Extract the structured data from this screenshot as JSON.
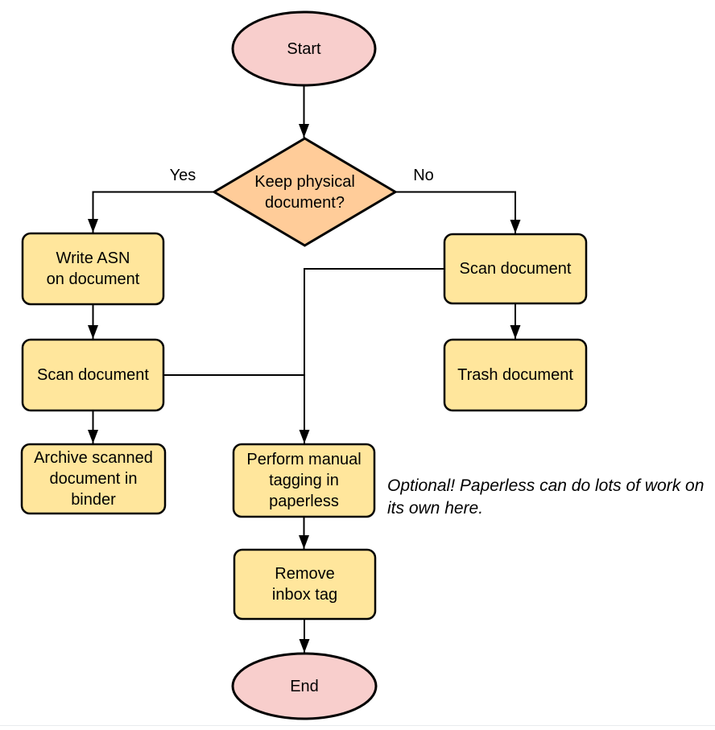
{
  "diagram": {
    "colors": {
      "terminal": "#f8cecc",
      "decision": "#ffcc99",
      "process": "#ffe69c",
      "stroke": "#000000"
    },
    "nodes": {
      "start": {
        "label": "Start"
      },
      "decision": {
        "label": "Keep physical\ndocument?"
      },
      "write_asn": {
        "label": "Write ASN\non document"
      },
      "scan_left": {
        "label": "Scan document"
      },
      "archive": {
        "label": "Archive scanned\ndocument in\nbinder"
      },
      "scan_right": {
        "label": "Scan document"
      },
      "trash": {
        "label": "Trash document"
      },
      "tagging": {
        "label": "Perform manual\ntagging in\npaperless"
      },
      "remove_inbox": {
        "label": "Remove\ninbox tag"
      },
      "end": {
        "label": "End"
      }
    },
    "edge_labels": {
      "yes": "Yes",
      "no": "No"
    },
    "annotation": "Optional! Paperless can do lots of work on\nits own here."
  }
}
